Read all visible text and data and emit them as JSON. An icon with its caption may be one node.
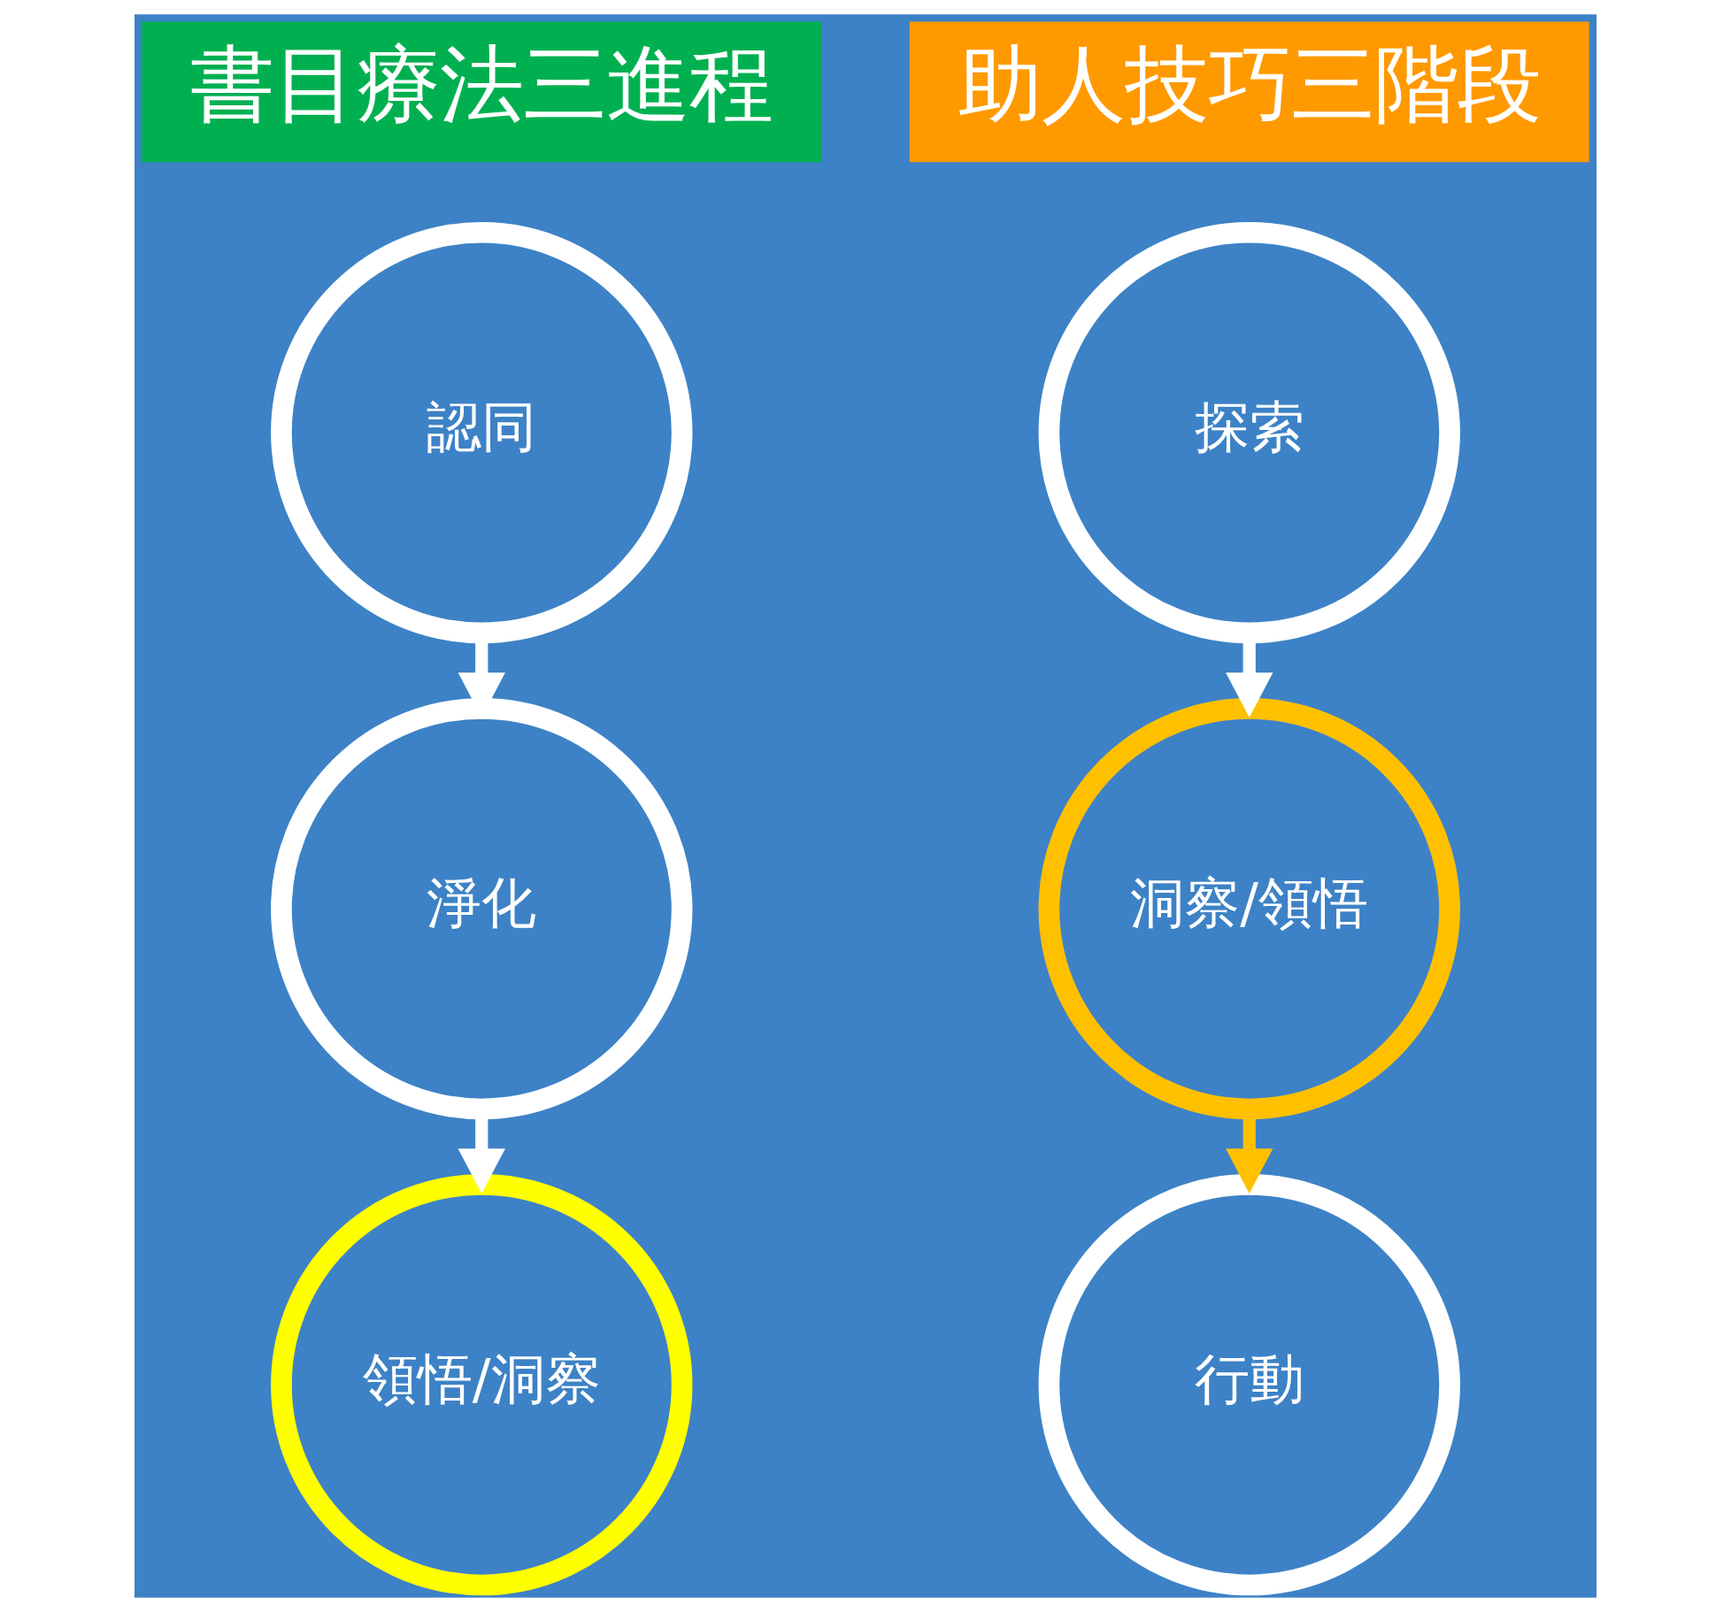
{
  "diagram": {
    "nodes": [
      {
        "text": [
          "書目療法三進程"
        ]
      },
      {
        "text": [
          "助人技巧三階段"
        ]
      },
      {
        "text": [
          "認同"
        ]
      },
      {
        "text": [
          "淨化"
        ]
      },
      {
        "text": [
          "領悟/洞察"
        ]
      },
      {
        "text": [
          "探索"
        ]
      },
      {
        "text": [
          "洞察/領悟"
        ]
      },
      {
        "text": [
          "行動"
        ]
      }
    ],
    "edges": [
      {
        "from": 2,
        "to": 3,
        "arrow": "to"
      },
      {
        "from": 3,
        "to": 4,
        "arrow": "to"
      },
      {
        "from": 5,
        "to": 6,
        "arrow": "to"
      },
      {
        "from": 6,
        "to": 7,
        "arrow": "to",
        "color": "#ffc000"
      }
    ]
  }
}
